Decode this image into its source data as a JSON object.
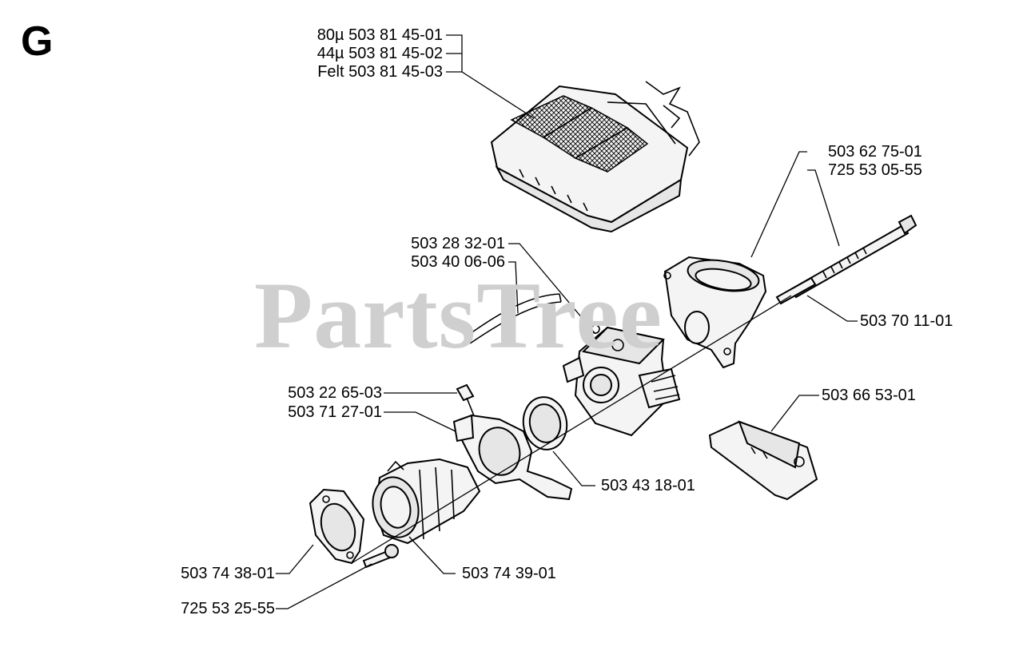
{
  "section_letter": "G",
  "watermark": "PartsTree",
  "labels": {
    "filter_80": "80µ 503 81 45-01",
    "filter_44": "44µ 503 81 45-02",
    "filter_felt": "Felt 503 81 45-03",
    "p_503_62_75": "503 62 75-01",
    "p_725_53_05": "725 53 05-55",
    "p_503_28_32": "503 28 32-01",
    "p_503_40_06": "503 40 06-06",
    "p_503_70_11": "503 70 11-01",
    "p_503_22_65": "503 22 65-03",
    "p_503_71_27": "503 71 27-01",
    "p_503_66_53": "503 66 53-01",
    "p_503_43_18": "503 43 18-01",
    "p_503_74_38": "503 74 38-01",
    "p_503_74_39": "503 74 39-01",
    "p_725_53_25": "725 53 25-55"
  }
}
